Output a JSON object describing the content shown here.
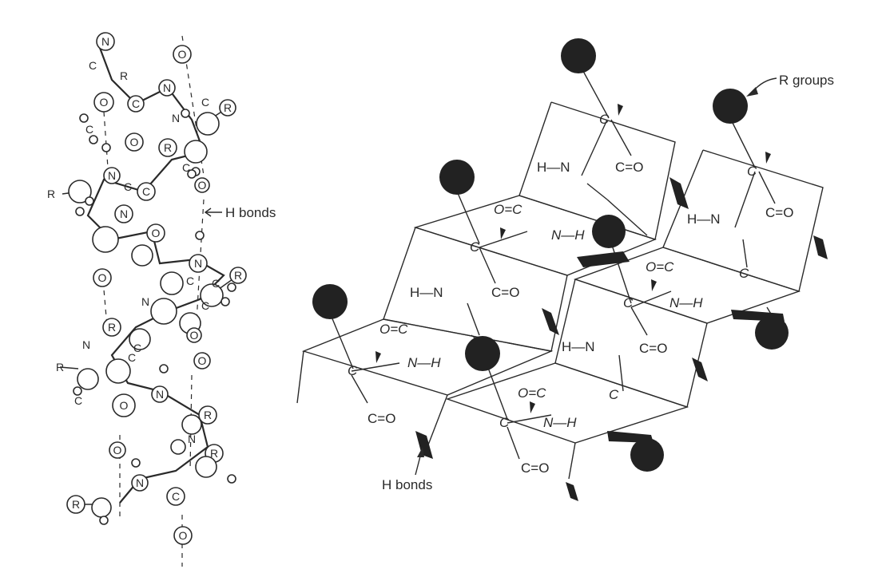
{
  "callouts": {
    "h_bonds_helix": "H bonds",
    "r_groups": "R groups",
    "h_bonds_sheet": "H bonds"
  },
  "atoms": {
    "n": "N",
    "o": "O",
    "c": "C",
    "r": "R"
  },
  "sheet": {
    "hn": "H—N",
    "co": "C=O",
    "oc": "O=C",
    "nh": "N—H",
    "c": "C"
  },
  "colors": {
    "ink": "#2a2a2a",
    "dark_atom": "#222222",
    "paper": "#ffffff"
  }
}
